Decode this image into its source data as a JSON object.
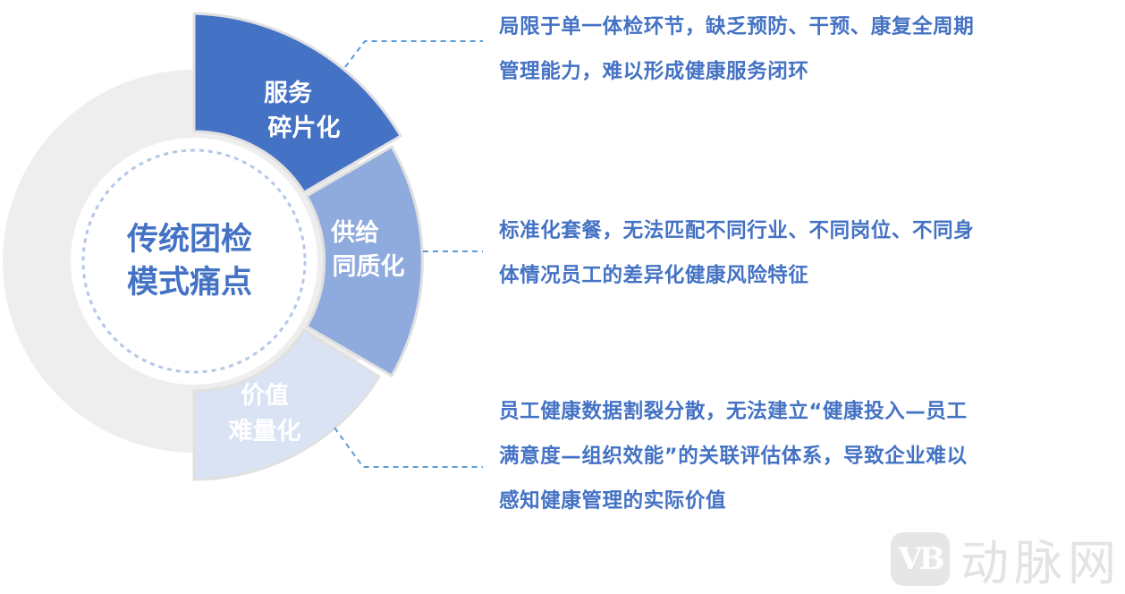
{
  "center": {
    "title_line1": "传统团检",
    "title_line2": "模式痛点"
  },
  "segments": [
    {
      "line1": "服务",
      "line2": "碎片化",
      "color": "#4472c4"
    },
    {
      "line1": "供给",
      "line2": "同质化",
      "color": "#8faadc"
    },
    {
      "line1": "价值",
      "line2": "难量化",
      "color": "#dae3f3"
    }
  ],
  "descriptions": [
    {
      "lines": [
        "局限于单一体检环节，缺乏预防、干预、康复全周期",
        "管理能力，难以形成健康服务闭环"
      ]
    },
    {
      "lines": [
        "标准化套餐，无法匹配不同行业、不同岗位、不同身",
        "体情况员工的差异化健康风险特征"
      ]
    },
    {
      "lines": [
        "员工健康数据割裂分散，无法建立“健康投入—员工",
        "满意度—组织效能”的关联评估体系，导致企业难以",
        "感知健康管理的实际价值"
      ]
    }
  ],
  "colors": {
    "accent": "#4472c4",
    "ring": "#eeeeee",
    "leader": "#5b9bd5",
    "dashed_circle": "#b4c7e7"
  },
  "watermark": {
    "logo": "VB",
    "text": "动脉网"
  }
}
